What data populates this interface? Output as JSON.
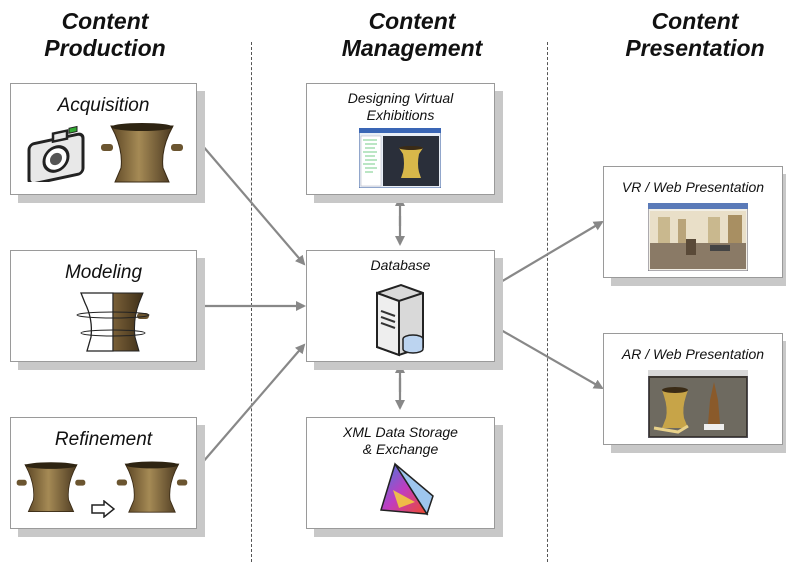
{
  "columns": {
    "production": {
      "line1": "Content",
      "line2": "Production"
    },
    "management": {
      "line1": "Content",
      "line2": "Management"
    },
    "presentation": {
      "line1": "Content",
      "line2": "Presentation"
    }
  },
  "boxes": {
    "acquisition": "Acquisition",
    "modeling": "Modeling",
    "refinement": "Refinement",
    "designing": {
      "line1": "Designing Virtual",
      "line2": "Exhibitions"
    },
    "database": "Database",
    "xml": {
      "line1": "XML Data Storage",
      "line2": "& Exchange"
    },
    "vr": "VR / Web Presentation",
    "ar": "AR / Web Presentation"
  },
  "icons": [
    "camera-icon",
    "mortar-object",
    "server-icon",
    "xml-prism-icon",
    "right-arrow-icon"
  ],
  "colors": {
    "arrow": "#888888",
    "box_shadow": "#c8c8c8",
    "mortar": "#8a6d3b"
  }
}
